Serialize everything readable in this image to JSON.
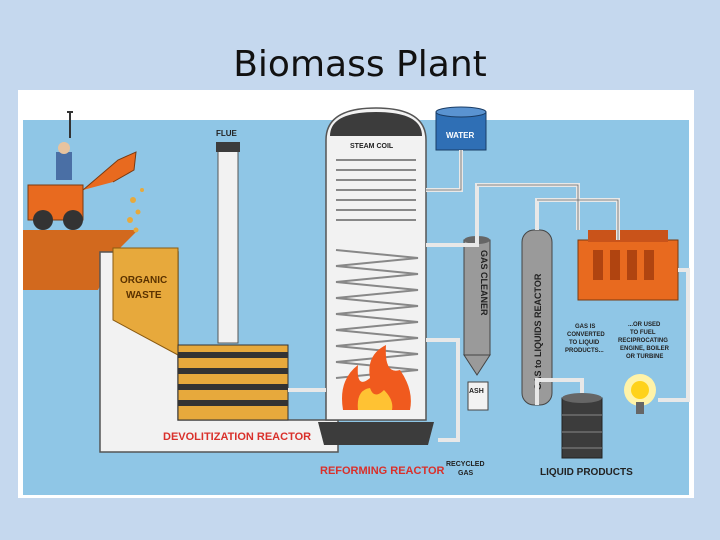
{
  "slide": {
    "title": "Biomass Plant"
  },
  "labels": {
    "flue": "FLUE",
    "steam_coil": "STEAM COIL",
    "water": "WATER",
    "organic_waste_1": "ORGANIC",
    "organic_waste_2": "WASTE",
    "gas_cleaner": "GAS CLEANER",
    "gas_to_liquids": "GAS to LIQUIDS REACTOR",
    "gas_converted_1": "GAS IS",
    "gas_converted_2": "CONVERTED",
    "gas_converted_3": "TO LIQUID",
    "gas_converted_4": "PRODUCTS...",
    "or_used_1": "...OR USED",
    "or_used_2": "TO FUEL",
    "or_used_3": "RECIPROCATING",
    "or_used_4": "ENGINE, BOILER",
    "or_used_5": "OR TURBINE",
    "ash": "ASH",
    "devolitization_reactor": "DEVOLITIZATION REACTOR",
    "reforming_reactor": "REFORMING REACTOR",
    "recycled_gas_1": "RECYCLED",
    "recycled_gas_2": "GAS",
    "liquid_products": "LIQUID PRODUCTS"
  },
  "colors": {
    "background": "#c5d8ee",
    "sky": "#8fc6e6",
    "tank": "#f2f2f2",
    "pipe": "#e8e8e8",
    "dark": "#3c3c3c",
    "label_red": "#d9302b",
    "waste": "#e7a93c",
    "flame": "#f05a1e",
    "engine": "#e86a1f"
  }
}
